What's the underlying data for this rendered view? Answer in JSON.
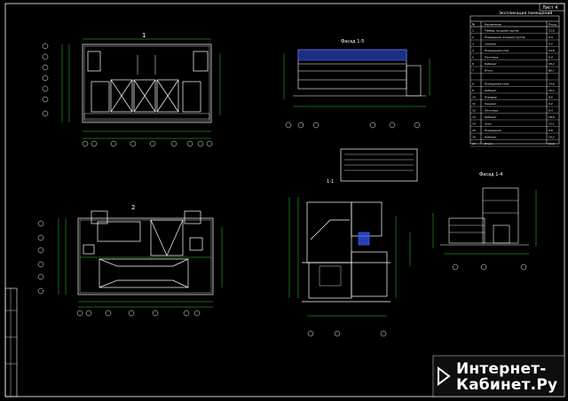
{
  "sheet": {
    "stamp_number": "Лист 4",
    "watermark": {
      "line1": "Интернет-",
      "line2": "Кабинет.Ру"
    }
  },
  "spec_table": {
    "title": "Экспликация помещений",
    "header": [
      "№",
      "Назначение",
      "Площ."
    ],
    "rows": [
      [
        "1",
        "Тамбур, входная группа",
        "12,6"
      ],
      [
        "2",
        "Помещения, входная группа",
        "8,4"
      ],
      [
        "3",
        "Санузел",
        "4,2"
      ],
      [
        "4",
        "Помещения этаж",
        "24,8"
      ],
      [
        "5",
        "Лестница",
        "6,4"
      ],
      [
        "6",
        "Кабинет",
        "18,2"
      ],
      [
        "7",
        "Итого",
        "86,7"
      ]
    ],
    "rows2": [
      [
        "8",
        "Помещения этаж",
        "14,6"
      ],
      [
        "9",
        "Кабинет",
        "16,2"
      ],
      [
        "10",
        "Коридор",
        "8,6"
      ],
      [
        "11",
        "Санузел",
        "4,2"
      ],
      [
        "12",
        "Лестница",
        "6,4"
      ],
      [
        "13",
        "Кабинет",
        "18,6"
      ],
      [
        "14",
        "Холл",
        "12,1"
      ],
      [
        "15",
        "Помещения",
        "9,8"
      ],
      [
        "16",
        "Кабинет",
        "14,2"
      ],
      [
        "17",
        "Итого",
        "11,2"
      ]
    ]
  },
  "drawing_labels": {
    "plan_top": "1",
    "plan_bottom": "2",
    "facade_top": "Фасад 1-5",
    "facade_right": "Фасад 1-4",
    "section": "1-1"
  },
  "colors": {
    "line": "#ffffff",
    "dim": "#27d627",
    "accent": "#3b5bff",
    "bg": "#000000"
  }
}
